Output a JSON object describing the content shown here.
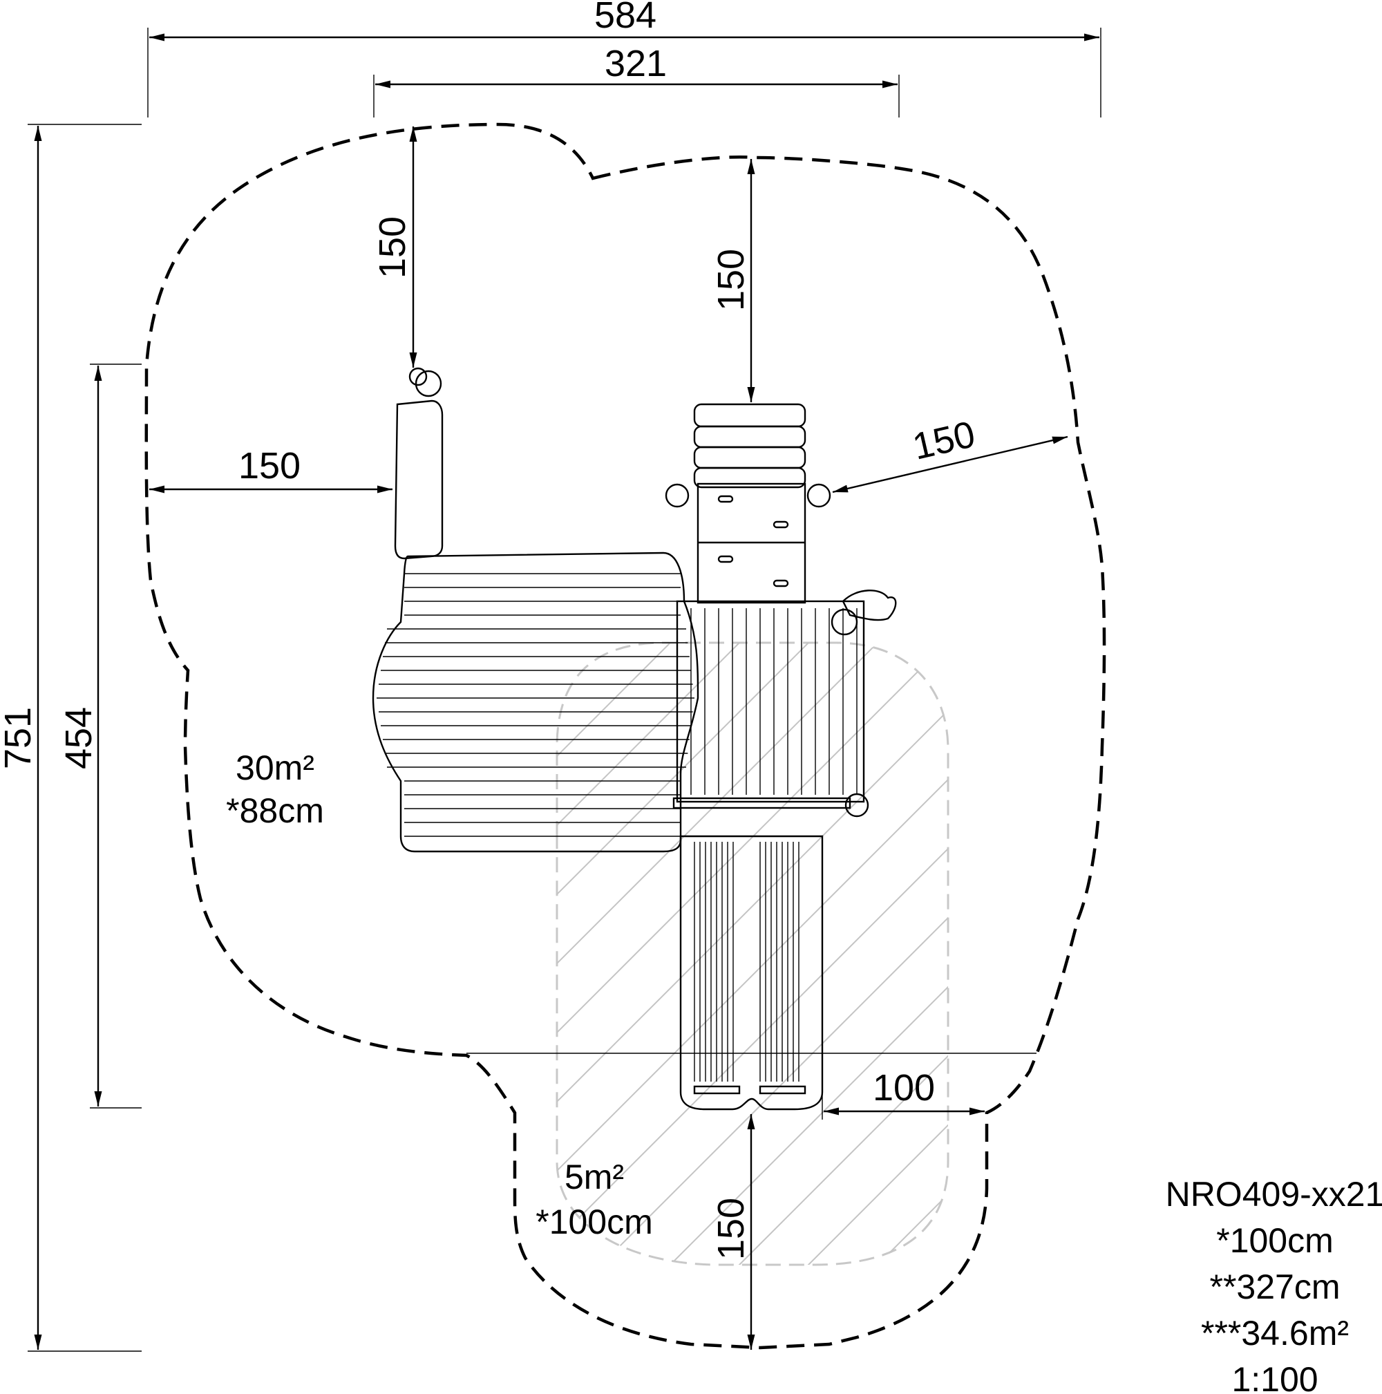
{
  "dimensions": {
    "overall_width": "584",
    "inner_width": "321",
    "overall_height": "751",
    "inner_height": "454",
    "clearance_top_left": "150",
    "clearance_top_right": "150",
    "clearance_left": "150",
    "clearance_right": "150",
    "clearance_bottom": "150",
    "slide_offset": "100"
  },
  "zones": {
    "main": {
      "area": "30m²",
      "fall_height": "*88cm"
    },
    "slide": {
      "area": "5m²",
      "fall_height": "*100cm"
    }
  },
  "info": {
    "model": "NRO409-xx21",
    "max_fall_height": "*100cm",
    "total_height": "**327cm",
    "total_area": "***34.6m²",
    "scale": "1:100"
  }
}
